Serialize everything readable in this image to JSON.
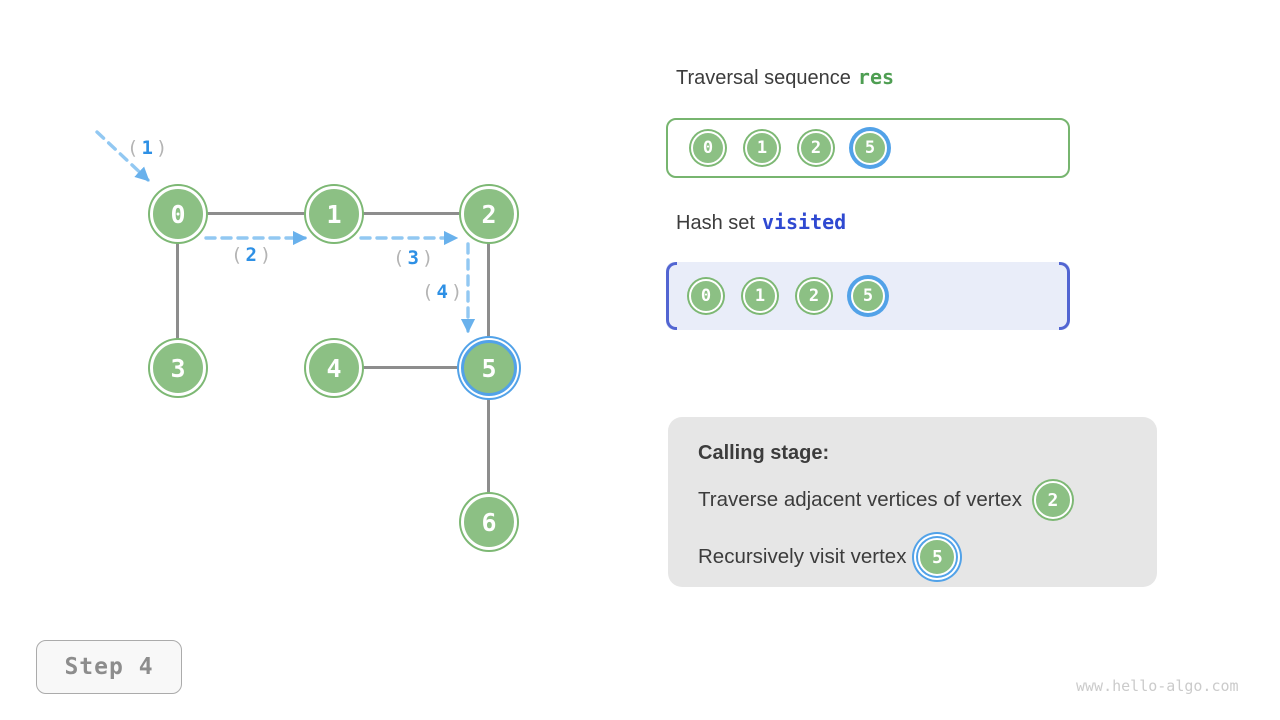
{
  "ui": {
    "paren_open": "(",
    "paren_close": ")"
  },
  "graph": {
    "nodes": [
      {
        "label": "0",
        "active": false
      },
      {
        "label": "1",
        "active": false
      },
      {
        "label": "2",
        "active": false
      },
      {
        "label": "3",
        "active": false
      },
      {
        "label": "4",
        "active": false
      },
      {
        "label": "5",
        "active": true
      },
      {
        "label": "6",
        "active": false
      }
    ],
    "edges": [
      "0-1",
      "1-2",
      "0-3",
      "4-5",
      "2-5",
      "5-6"
    ],
    "arrows": [
      {
        "num": "1",
        "from": "start",
        "to": "0"
      },
      {
        "num": "2",
        "from": "0",
        "to": "1"
      },
      {
        "num": "3",
        "from": "1",
        "to": "2"
      },
      {
        "num": "4",
        "from": "2",
        "to": "5"
      }
    ]
  },
  "panels": {
    "traversal": {
      "title_prefix": "Traversal sequence",
      "title_code": "res",
      "items": [
        {
          "label": "0",
          "active": false
        },
        {
          "label": "1",
          "active": false
        },
        {
          "label": "2",
          "active": false
        },
        {
          "label": "5",
          "active": true
        }
      ]
    },
    "visited": {
      "title_prefix": "Hash set",
      "title_code": "visited",
      "items": [
        {
          "label": "0",
          "active": false
        },
        {
          "label": "1",
          "active": false
        },
        {
          "label": "2",
          "active": false
        },
        {
          "label": "5",
          "active": true
        }
      ]
    },
    "calling": {
      "title": "Calling stage:",
      "lines": [
        {
          "text": "Traverse adjacent vertices of vertex",
          "node": "2",
          "node_active": false
        },
        {
          "text": "Recursively visit vertex",
          "node": "5",
          "node_active": true
        }
      ]
    }
  },
  "footer": {
    "step_label": "Step 4",
    "watermark": "www.hello-algo.com"
  },
  "colors": {
    "node_fill": "#8cc084",
    "node_ring": "#7db874",
    "active_blue": "#52a2e8",
    "dashed_arrow": "#92c8f2",
    "arrow_num_blue": "#2e90e5",
    "res_green": "#4e9e52",
    "visited_indigo": "#2f49d1",
    "visited_bg": "#e9edf9",
    "visited_bracket": "#5265d2",
    "calling_bg": "#e6e6e6",
    "edge_gray": "#8d8d8d",
    "text_dark": "#3c3c3c"
  }
}
